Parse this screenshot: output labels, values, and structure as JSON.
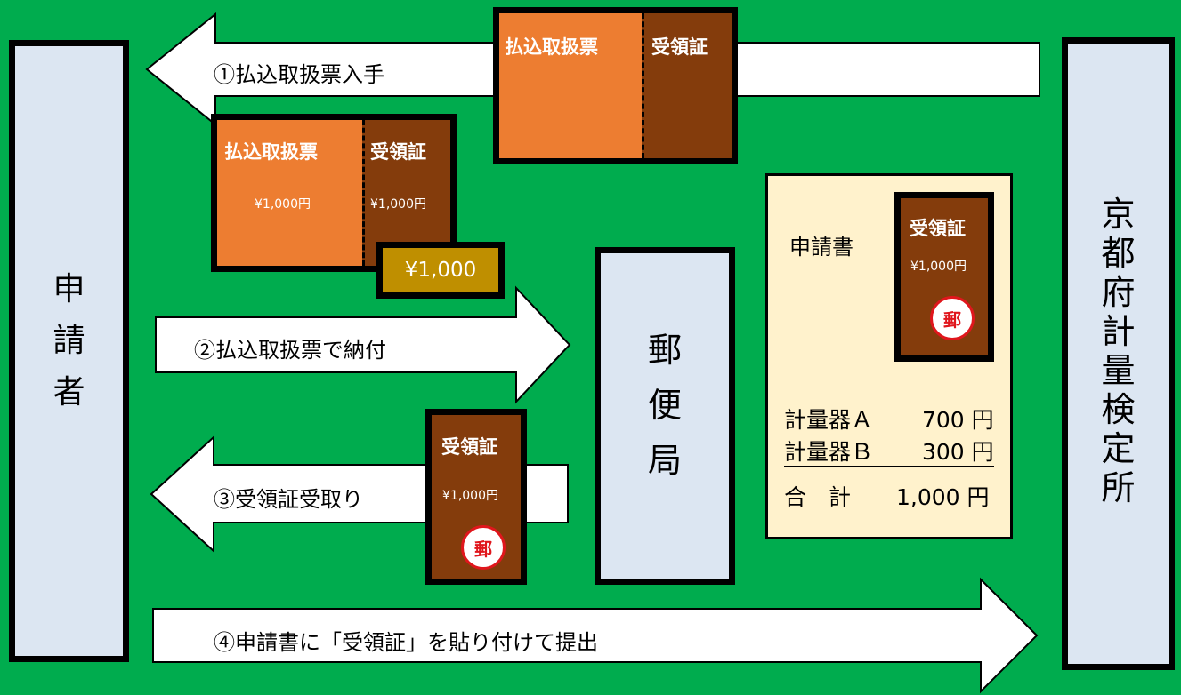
{
  "parties": {
    "applicant": "申請者",
    "post_office": "郵便局",
    "inspection_office": "京都府計量検定所"
  },
  "arrows": {
    "step1": "①払込取扱票入手",
    "step2": "②払込取扱票で納付",
    "step3": "③受領証受取り",
    "step4": "④申請書に「受領証」を貼り付けて提出"
  },
  "ticket_top": {
    "left_label": "払込取扱票",
    "right_label": "受領証"
  },
  "ticket_mid": {
    "left_label": "払込取扱票",
    "right_label": "受領証",
    "left_amount": "¥1,000円",
    "right_amount": "¥1,000円"
  },
  "cash": {
    "amount": "¥1,000"
  },
  "receipt": {
    "label": "受領証",
    "amount": "¥1,000円",
    "stamp": "郵"
  },
  "application_form": {
    "title": "申請書",
    "receipt_label": "受領証",
    "receipt_amount": "¥1,000円",
    "stamp": "郵",
    "items": [
      {
        "name": "計量器Ａ",
        "price": "700 円"
      },
      {
        "name": "計量器Ｂ",
        "price": "300 円"
      },
      {
        "name": "合　計",
        "price": "1,000 円"
      }
    ]
  },
  "colors": {
    "background": "#00ac4e",
    "party_box": "#dce6f2",
    "form_paper": "#fff2cc",
    "ticket_orange": "#ed7d31",
    "ticket_brown": "#843c0c",
    "cash": "#bf8f00",
    "stamp_red": "#e0161c"
  }
}
